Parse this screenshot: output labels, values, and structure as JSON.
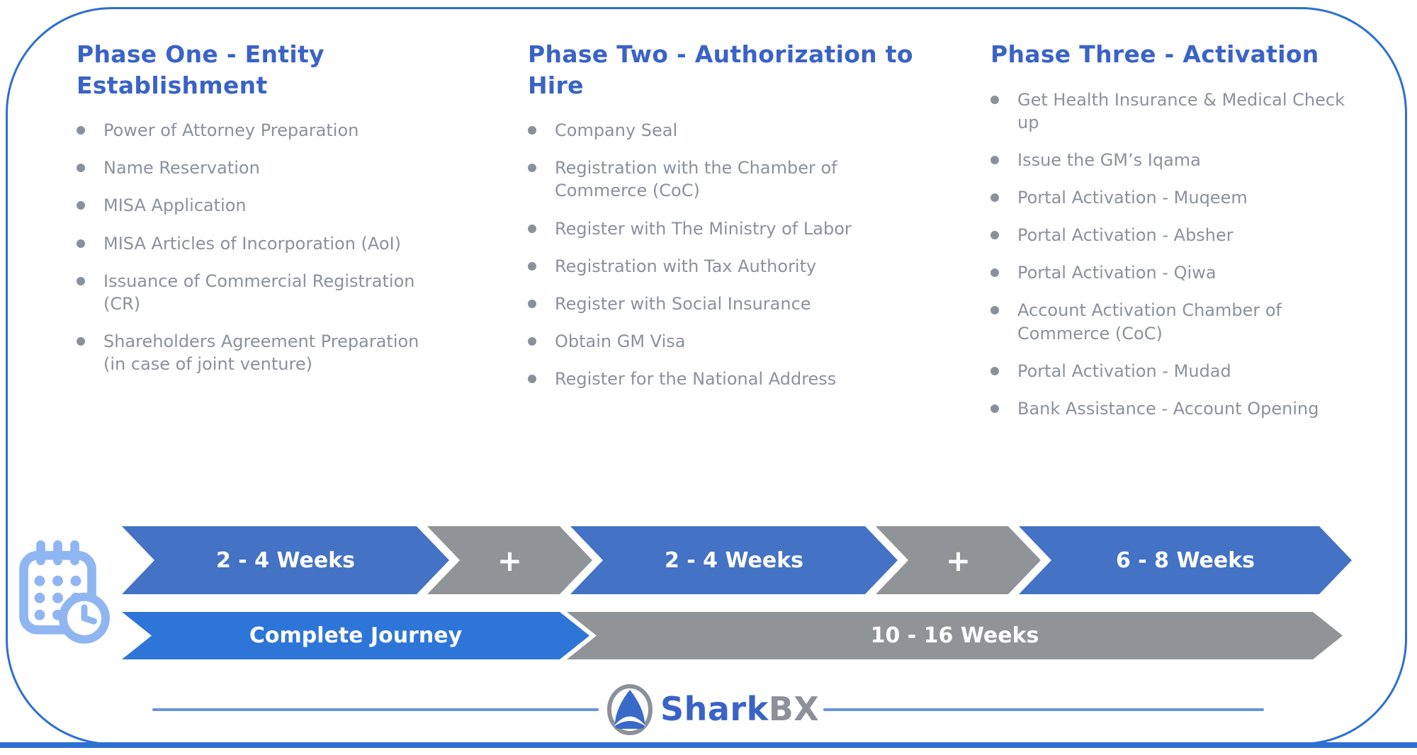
{
  "phases": [
    {
      "title": "Phase One - Entity Establishment",
      "items": [
        "Power of Attorney Preparation",
        "Name Reservation",
        "MISA Application",
        "MISA Articles of Incorporation (AoI)",
        "Issuance of Commercial Registration (CR)",
        "Shareholders Agreement Preparation (in case of joint venture)"
      ]
    },
    {
      "title": "Phase Two - Authorization to Hire",
      "items": [
        "Company Seal",
        "Registration with the Chamber of Commerce (CoC)",
        "Register with The Ministry of Labor",
        "Registration with Tax Authority",
        "Register with Social Insurance",
        "Obtain GM Visa",
        "Register for the National Address"
      ]
    },
    {
      "title": "Phase Three - Activation",
      "items": [
        "Get Health Insurance & Medical Check up",
        "Issue the GM’s Iqama",
        "Portal Activation - Muqeem",
        "Portal Activation - Absher",
        "Portal Activation - Qiwa",
        "Account Activation Chamber of Commerce (CoC)",
        "Portal Activation - Mudad",
        "Bank Assistance - Account Opening"
      ]
    }
  ],
  "timeline": {
    "phase_durations": [
      {
        "label": "2 - 4 Weeks"
      },
      {
        "label": "+"
      },
      {
        "label": "2 - 4 Weeks"
      },
      {
        "label": "+"
      },
      {
        "label": "6 - 8 Weeks"
      }
    ],
    "total": {
      "journey_label": "Complete Journey",
      "duration_label": "10 - 16 Weeks"
    }
  },
  "logo": {
    "brand_primary": "Shark",
    "brand_secondary": "BX"
  },
  "colors": {
    "title_blue": "#3a63c6",
    "arrow_blue": "#4472c4",
    "journey_blue": "#2e75d8",
    "arrow_gray": "#909497",
    "bullet_gray": "#8b919c",
    "icon_blue": "#90b6f2",
    "border_blue": "#2c70d2",
    "logo_gray": "#8c9199"
  }
}
